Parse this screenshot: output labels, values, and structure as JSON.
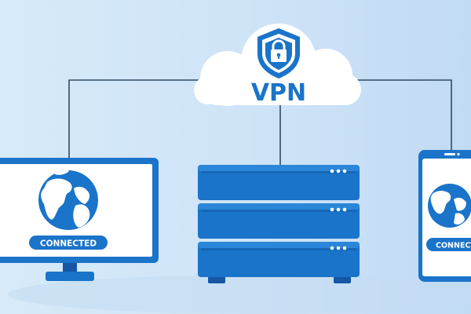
{
  "cloud": {
    "label": "VPN"
  },
  "monitor": {
    "status_label": "CONNECTED"
  },
  "phone": {
    "status_label": "CONNECTED"
  },
  "icons": {
    "cloud": "cloud-icon",
    "shield": "shield-lock-icon",
    "monitor": "monitor-icon",
    "server": "server-rack-icon",
    "phone": "smartphone-icon",
    "globe": "globe-icon"
  },
  "colors": {
    "background_left": "#d4e8f8",
    "background_right": "#c3ddf5",
    "primary": "#1a74c9",
    "dark": "#1556a6",
    "line": "#2a4a66",
    "white": "#ffffff"
  }
}
